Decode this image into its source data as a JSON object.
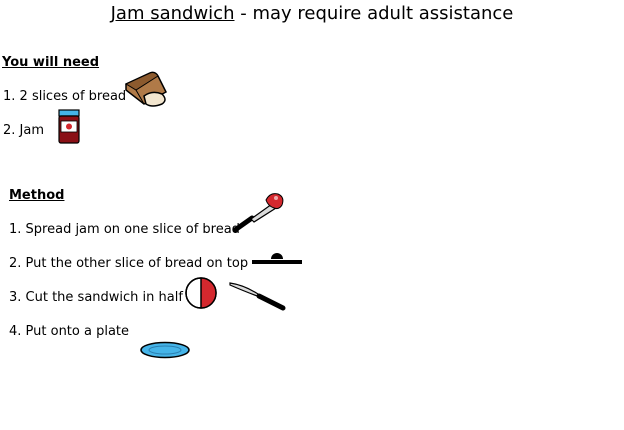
{
  "title": {
    "main": "Jam sandwich",
    "suffix": " - may require adult assistance"
  },
  "needs": {
    "heading": "You will need",
    "items": [
      {
        "text": "1. 2 slices of bread",
        "icon": "bread-loaf-icon"
      },
      {
        "text": "2. Jam",
        "icon": "jam-jar-icon"
      }
    ]
  },
  "method": {
    "heading": "Method",
    "steps": [
      {
        "text": "1. Spread jam on one slice of bread",
        "icon": "knife-with-jam-icon"
      },
      {
        "text": "2. Put the other slice of bread on top",
        "icon": "on-top-symbol-icon"
      },
      {
        "text": "3. Cut the sandwich in half",
        "icon": "half-circle-icon"
      },
      {
        "text": "4. Put onto a plate",
        "icon": "plate-icon"
      }
    ]
  },
  "colors": {
    "jam": "#d4282e",
    "plate": "#45b4e8",
    "bread": "#b07a48",
    "knife_blade": "#dcdcdc"
  }
}
